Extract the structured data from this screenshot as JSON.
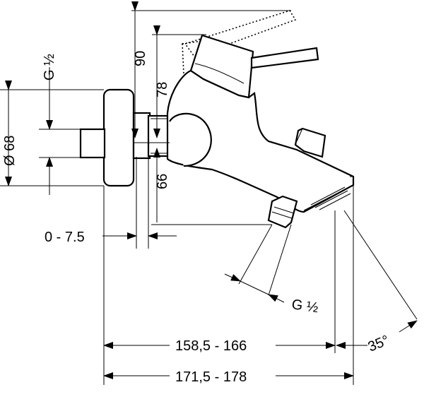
{
  "dimensions": {
    "g_half_left": "G ½",
    "dia_68": "Ø 68",
    "d90": "90",
    "d78": "78",
    "d66": "66",
    "offset": "0 - 7.5",
    "g_half_bottom": "G ½",
    "width_inner": "158,5 - 166",
    "width_outer": "171,5 - 178",
    "angle": "35°"
  }
}
